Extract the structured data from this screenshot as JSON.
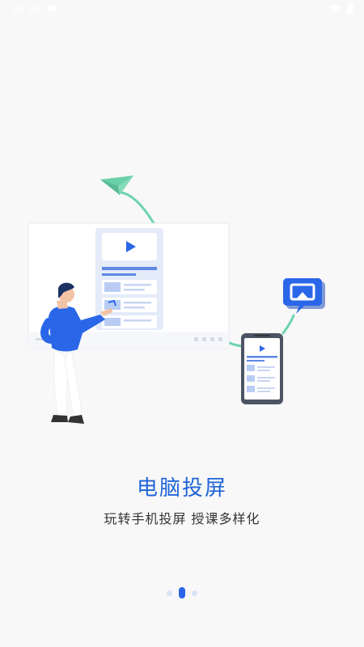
{
  "status_bar": {
    "time": "18:26",
    "left_icon": "notification-icon",
    "right_icons": [
      "wifi-icon",
      "battery-icon"
    ]
  },
  "onboarding": {
    "title": "电脑投屏",
    "subtitle": "玩转手机投屏 授课多样化",
    "page_indicator": {
      "total": 3,
      "active_index": 1
    }
  },
  "colors": {
    "accent": "#2a67e8",
    "title": "#1f64d8",
    "line": "#6dd3ad",
    "screen_card": "#e6ecfa"
  },
  "icons": {
    "paper_plane": "paper-plane-icon",
    "cast": "cast-icon",
    "play": "play-icon"
  }
}
